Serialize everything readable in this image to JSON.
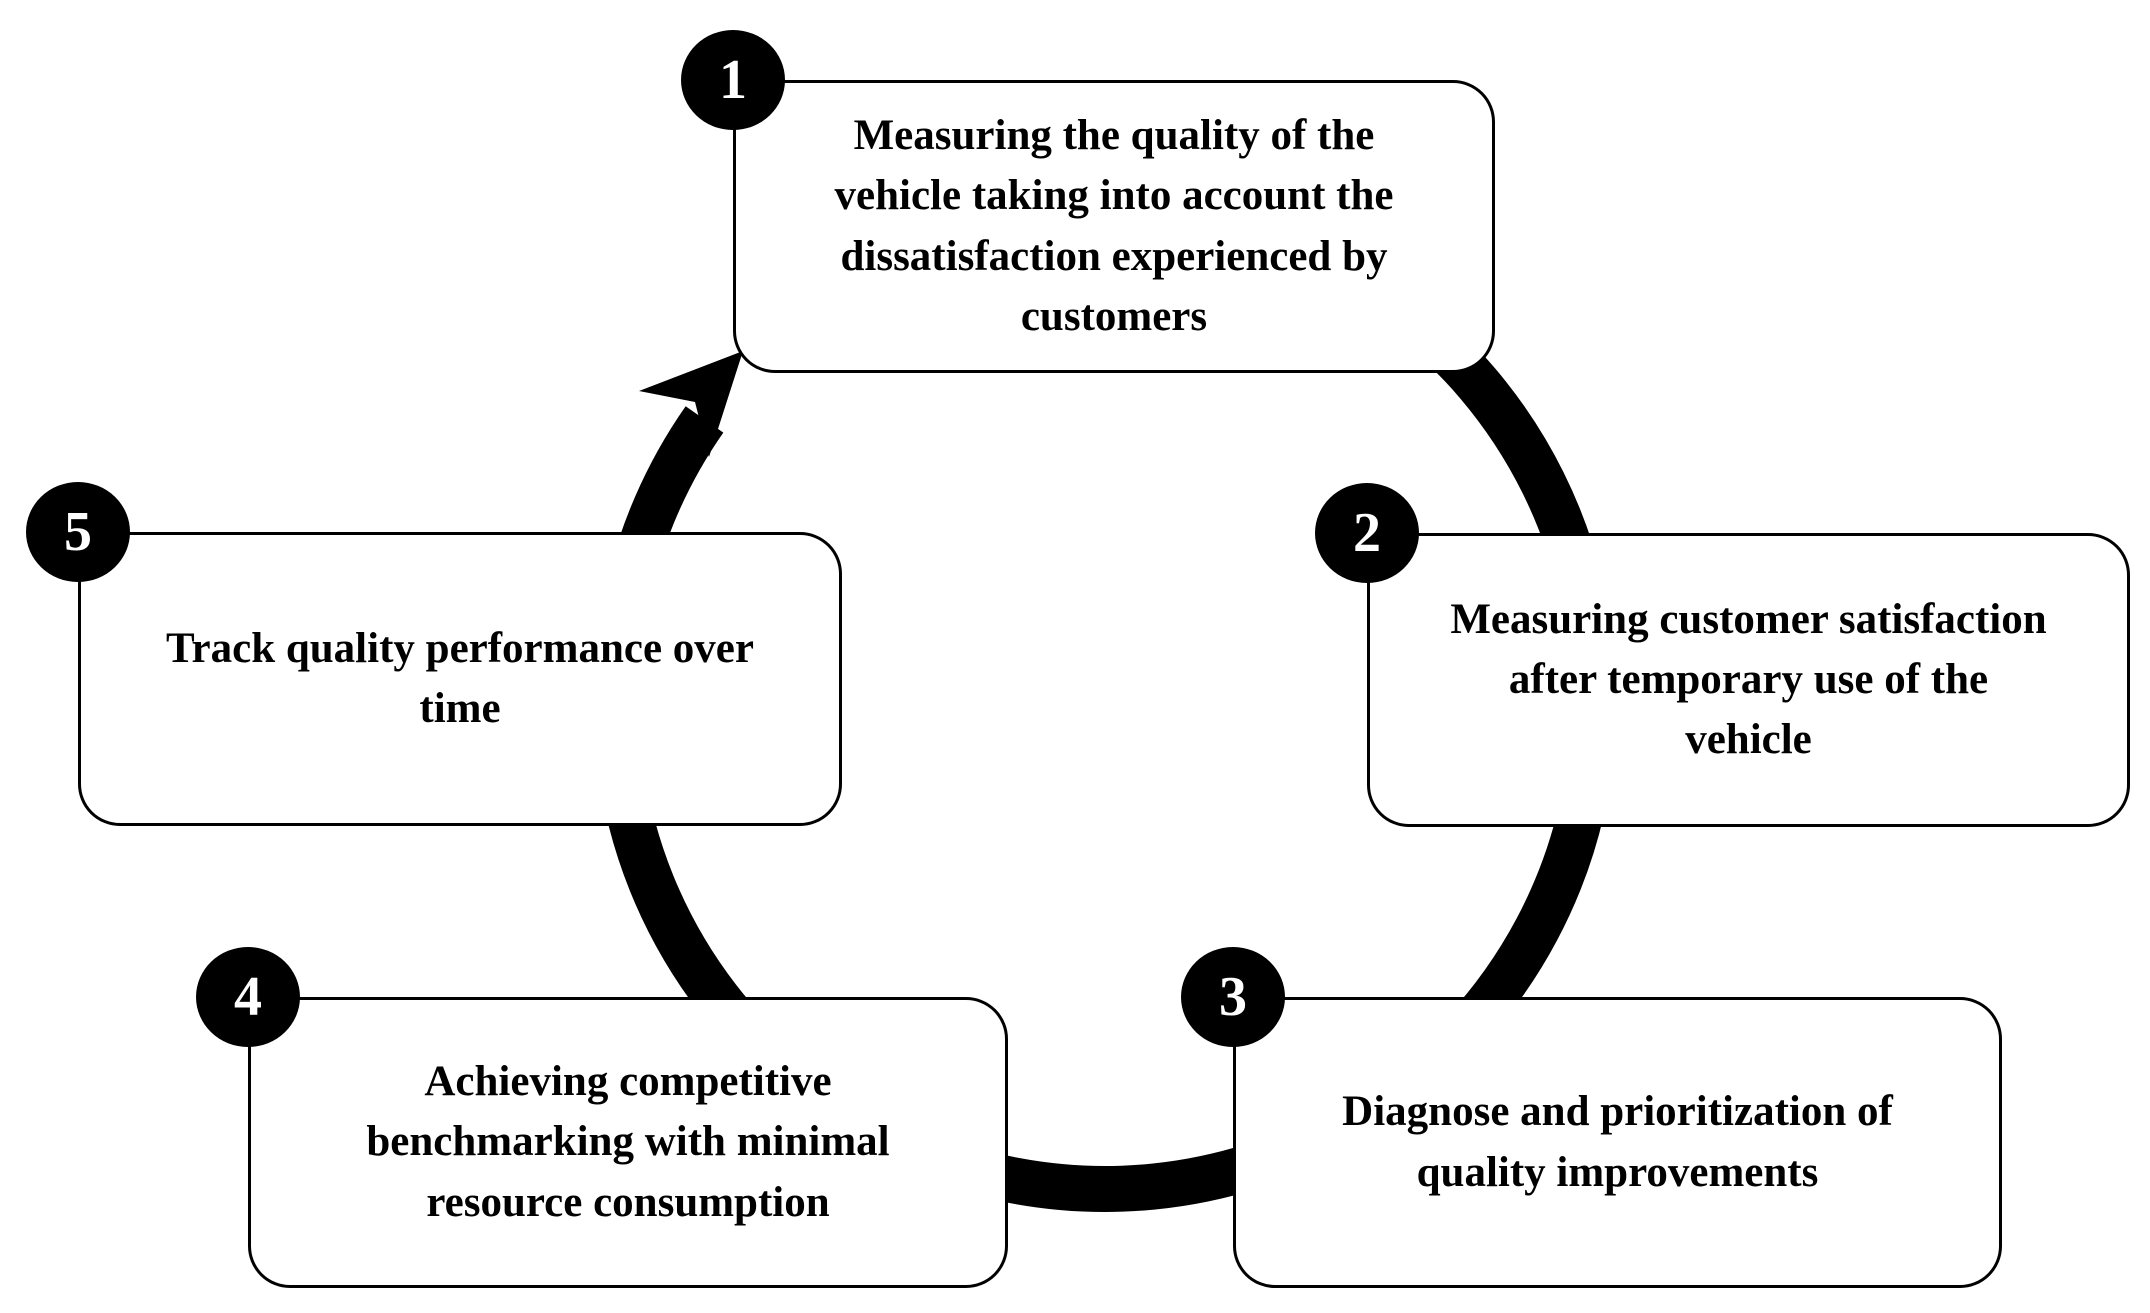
{
  "diagram": {
    "type": "cycle",
    "description": "Five-step circular quality process with clockwise arrow",
    "steps": [
      {
        "number": "1",
        "label": "Measuring the quality of the\nvehicle taking into account the\ndissatisfaction experienced by\ncustomers"
      },
      {
        "number": "2",
        "label": "Measuring customer satisfaction\nafter temporary use of the\nvehicle"
      },
      {
        "number": "3",
        "label": "Diagnose and prioritization of\nquality improvements"
      },
      {
        "number": "4",
        "label": "Achieving competitive\nbenchmarking with minimal\nresource consumption"
      },
      {
        "number": "5",
        "label": "Track quality performance over\ntime"
      }
    ],
    "colors": {
      "background": "#ffffff",
      "arrow": "#000000",
      "box_fill": "#ffffff",
      "box_border": "#000000",
      "text": "#000000",
      "badge_fill": "#000000",
      "badge_text": "#ffffff"
    }
  }
}
